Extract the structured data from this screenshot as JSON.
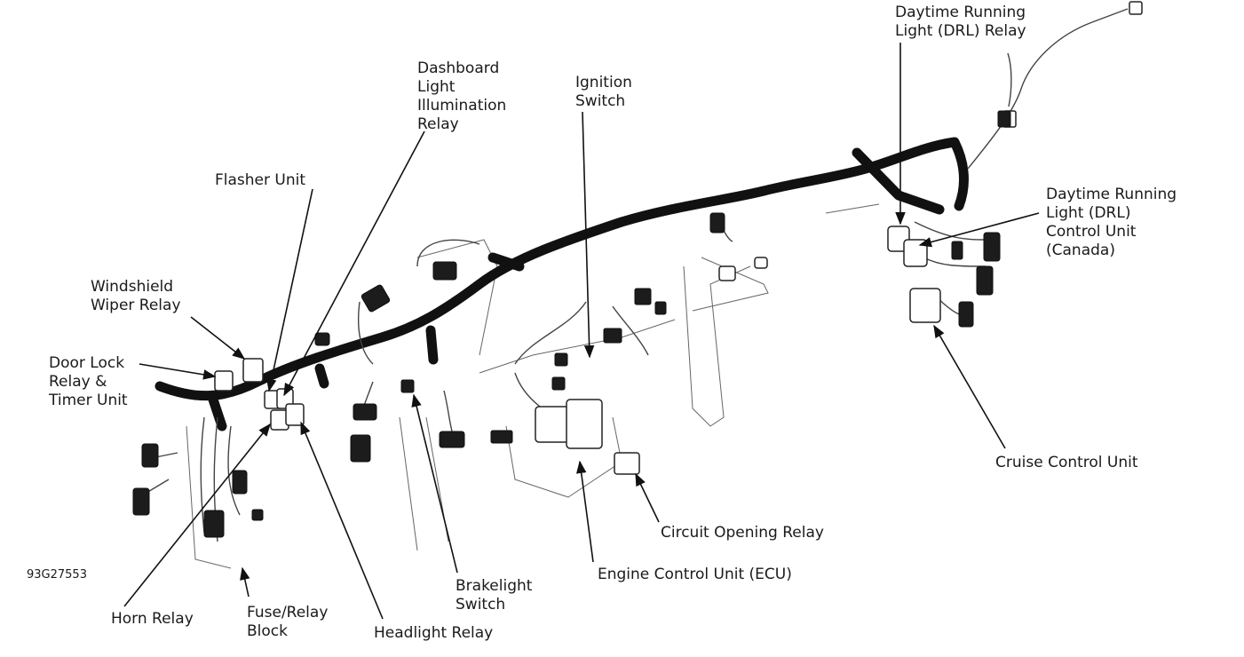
{
  "figure_code": "93G27553",
  "labels": {
    "drl_relay": [
      "Daytime Running",
      "Light (DRL) Relay"
    ],
    "drl_control_unit": [
      "Daytime Running",
      "Light (DRL)",
      "Control Unit",
      "(Canada)"
    ],
    "dashboard_relay": [
      "Dashboard",
      "Light",
      "Illumination",
      "Relay"
    ],
    "ignition_switch": [
      "Ignition",
      "Switch"
    ],
    "flasher_unit": [
      "Flasher Unit"
    ],
    "wiper_relay": [
      "Windshield",
      "Wiper Relay"
    ],
    "door_lock": [
      "Door Lock",
      "Relay &",
      "Timer Unit"
    ],
    "cruise_control": [
      "Cruise Control Unit"
    ],
    "circuit_opening": [
      "Circuit Opening Relay"
    ],
    "ecu": [
      "Engine Control Unit (ECU)"
    ],
    "brakelight": [
      "Brakelight",
      "Switch"
    ],
    "horn_relay": [
      "Horn Relay"
    ],
    "fuse_block": [
      "Fuse/Relay",
      "Block"
    ],
    "headlight_relay": [
      "Headlight Relay"
    ]
  }
}
